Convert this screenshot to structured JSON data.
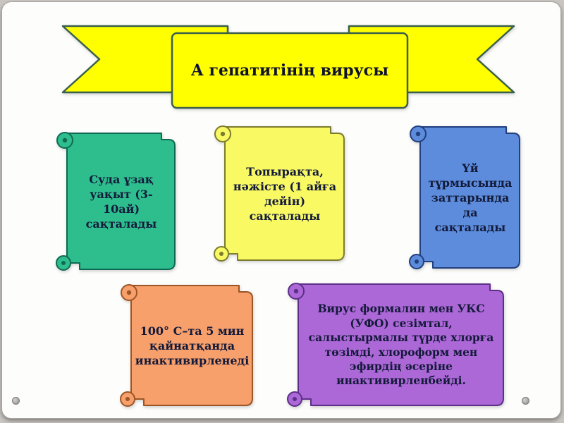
{
  "slide": {
    "banner": {
      "title": "А гепатитінің вирусы",
      "fill": "#ffff00",
      "stroke": "#3a5f4b",
      "text_color": "#0f1230"
    },
    "cards": [
      {
        "id": "water",
        "text": "Суда ұзақ уақыт (3-10ай) сақталады",
        "fill": "#2ebe8e",
        "stroke": "#0e6a52"
      },
      {
        "id": "soil",
        "text": "Топырақта, нәжісте (1 айға дейін) сақталады",
        "fill": "#f9f964",
        "stroke": "#7c7c30"
      },
      {
        "id": "household",
        "text": "Үй тұрмысында заттарында да сақталады",
        "fill": "#5c8cdb",
        "stroke": "#223f7e"
      },
      {
        "id": "boiling",
        "text": "100° С–та 5 мин қайнатқанда инактивирленеді",
        "fill": "#f8a06b",
        "stroke": "#9c5524"
      },
      {
        "id": "chemicals",
        "text": "Вирус формалин мен УКС (УФО) сезімтал, салыстырмалы түрде хлорға төзімді, хлороформ мен эфирдің әсеріне инактивирленбейді.",
        "fill": "#ad68d8",
        "stroke": "#5c2f88"
      }
    ],
    "text_color": "#131a3a"
  }
}
